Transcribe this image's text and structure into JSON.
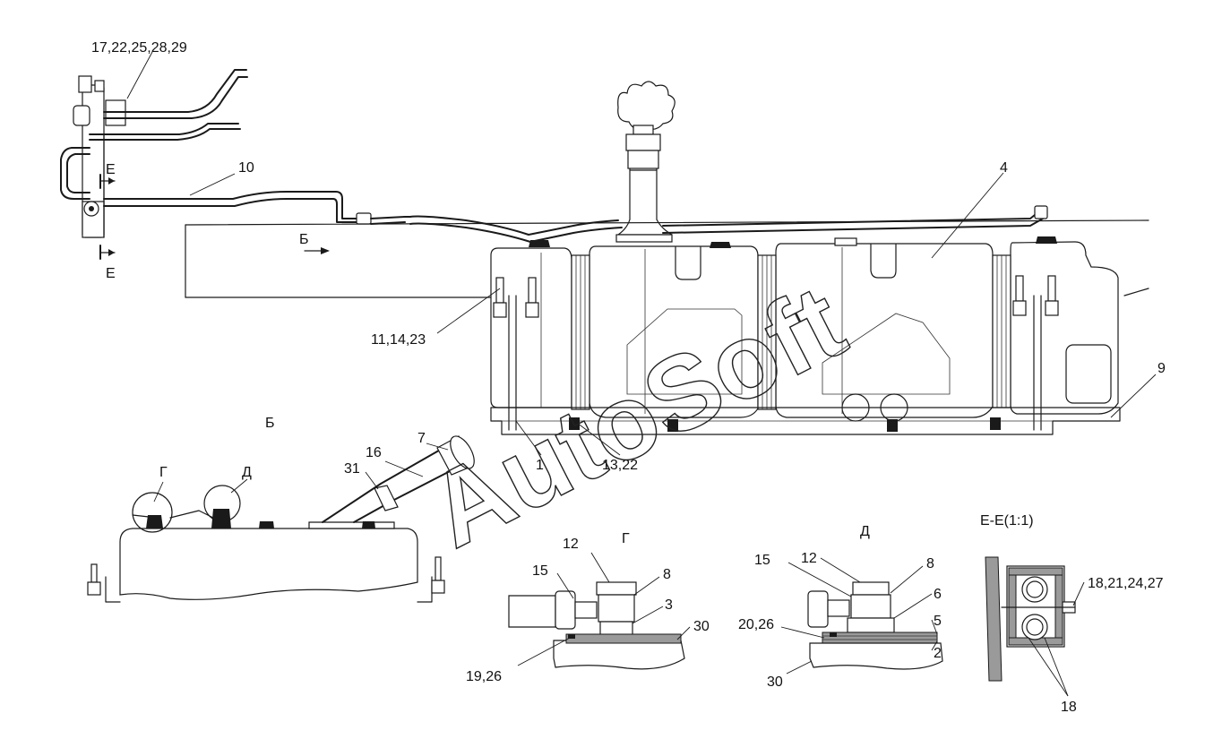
{
  "watermark": "AutoSoft",
  "labels": {
    "l_17_22_25_28_29": "17,22,25,28,29",
    "l_10": "10",
    "l_E_top": "E",
    "l_E_bottom": "E",
    "l_B_arrow": "Б",
    "l_4": "4",
    "l_11_14_23": "11,14,23",
    "l_9": "9",
    "l_B_view": "Б",
    "l_7": "7",
    "l_16": "16",
    "l_31": "31",
    "l_1": "1",
    "l_13_22": "13,22",
    "l_G_callout": "Г",
    "l_D_callout": "Д",
    "l_G_view": "Г",
    "l_D_view": "Д",
    "l_EE": "Е-Е(1:1)",
    "g_12": "12",
    "g_15": "15",
    "g_8": "8",
    "g_3": "3",
    "g_30": "30",
    "g_19_26": "19,26",
    "d_15": "15",
    "d_12": "12",
    "d_8": "8",
    "d_6": "6",
    "d_5": "5",
    "d_20_26": "20,26",
    "d_2": "2",
    "d_30": "30",
    "e_18_21_24_27": "18,21,24,27",
    "e_18": "18"
  }
}
